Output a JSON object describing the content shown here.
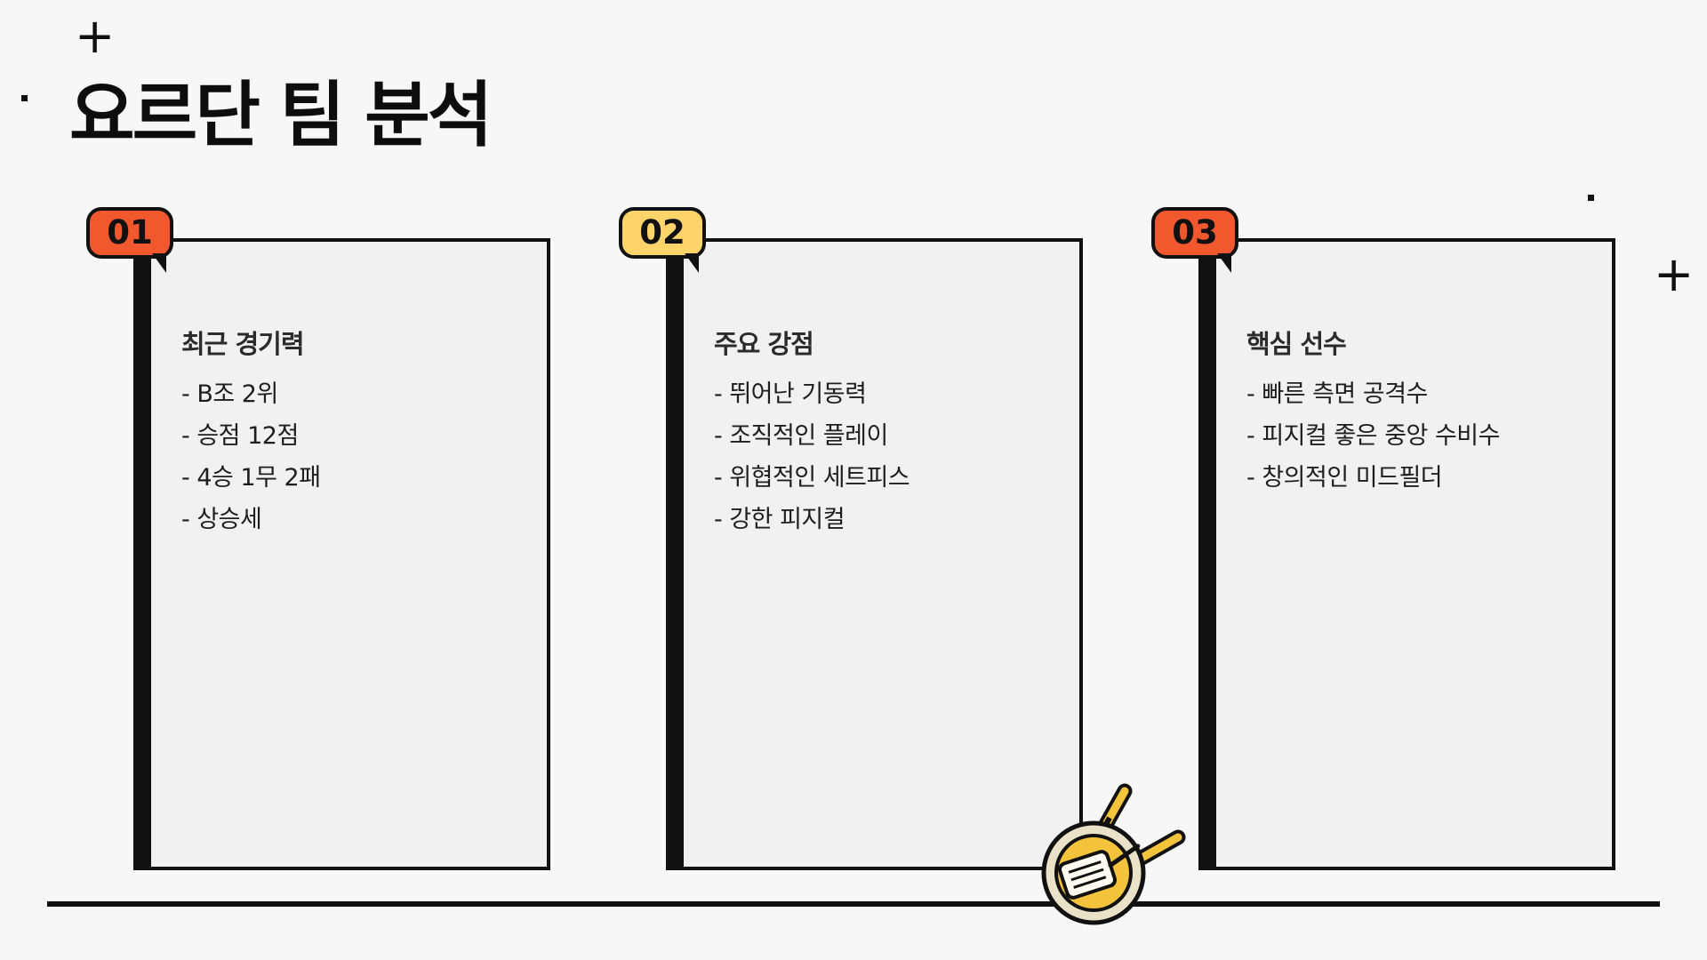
{
  "title": "요르단 팀 분석",
  "colors": {
    "accent_orange": "#f2582e",
    "accent_yellow": "#fcd46a",
    "ink": "#111111",
    "card_bg": "#f1f1f1",
    "page_bg": "#f7f7f7"
  },
  "cards": [
    {
      "number": "01",
      "badge_color": "#f2582e",
      "heading": "최근 경기력",
      "items": [
        "- B조 2위",
        "- 승점 12점",
        "- 4승 1무 2패",
        "- 상승세"
      ]
    },
    {
      "number": "02",
      "badge_color": "#fcd46a",
      "heading": "주요 강점",
      "items": [
        "- 뛰어난 기동력",
        "- 조직적인 플레이",
        "- 위협적인 세트피스",
        "- 강한 피지컬"
      ]
    },
    {
      "number": "03",
      "badge_color": "#f2582e",
      "heading": "핵심 선수",
      "items": [
        "- 빠른 측면 공격수",
        "- 피지컬 좋은 중앙 수비수",
        "- 창의적인 미드필더"
      ]
    }
  ],
  "decorations": {
    "plus_glyph": "+",
    "illustration": "frying-pan-spatula-icon"
  }
}
